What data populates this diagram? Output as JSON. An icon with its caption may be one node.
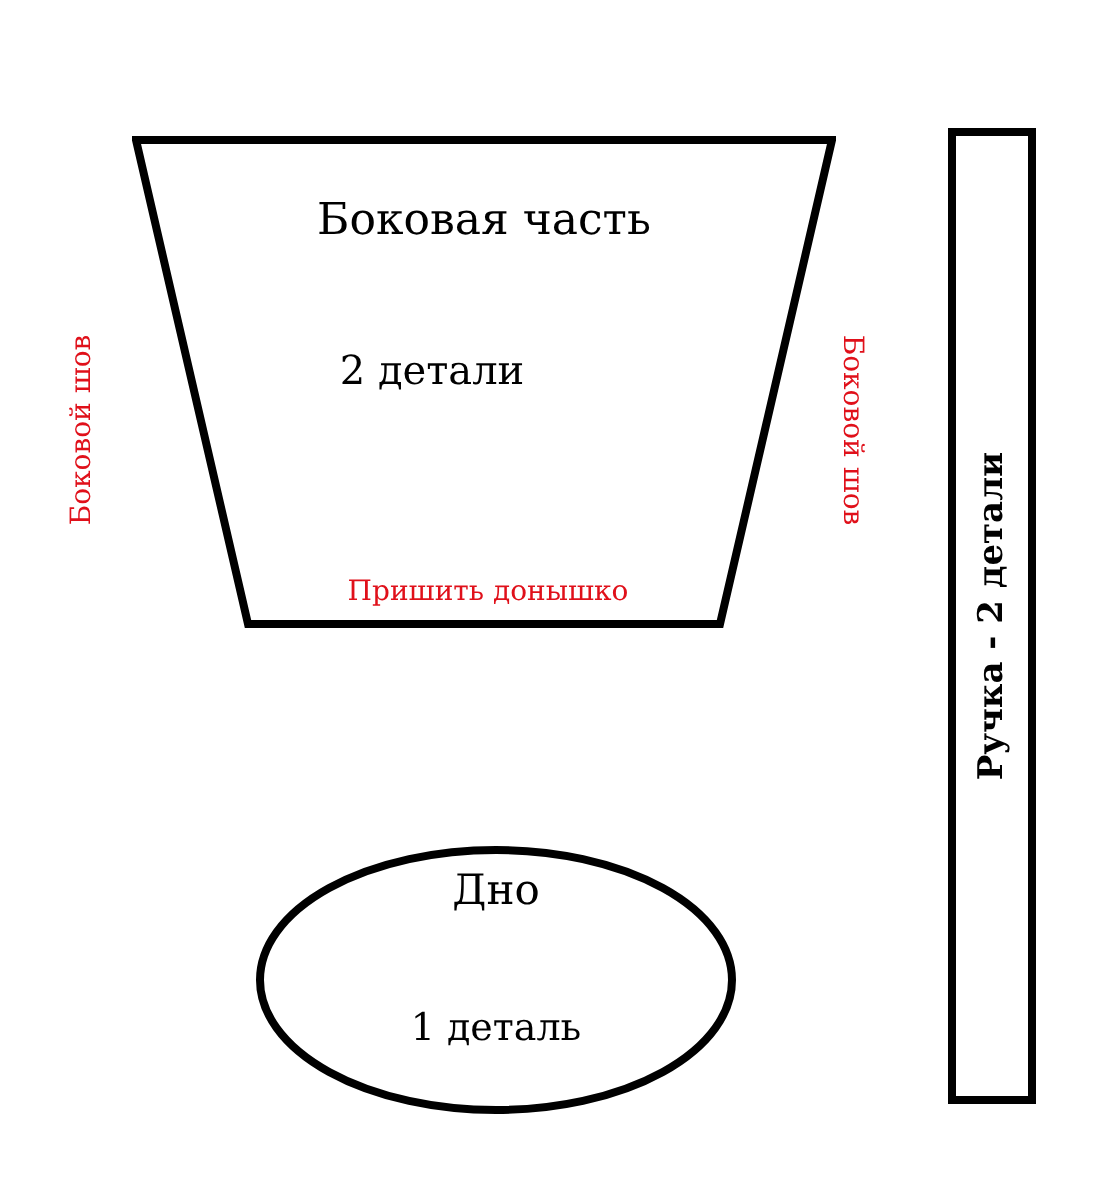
{
  "diagram": {
    "nodes": [
      {
        "text": [
          "Боковая часть",
          "2 детали"
        ]
      },
      {
        "text": [
          "Дно",
          "1 деталь"
        ]
      },
      {
        "text": [
          "Ручка - 2 детали"
        ]
      }
    ],
    "labels": [
      "Боковой шов",
      "Боковой шов",
      "Пришить донышко"
    ]
  }
}
